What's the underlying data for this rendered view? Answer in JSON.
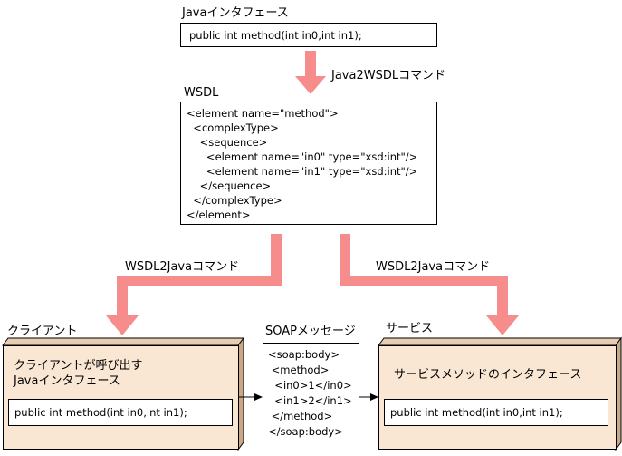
{
  "java_interface": {
    "title": "Javaインタフェース",
    "code": "public int method(int in0,int in1);"
  },
  "java2wsdl_label": "Java2WSDLコマンド",
  "wsdl": {
    "title": "WSDL",
    "lines": [
      "<element name=\"method\">",
      "  <complexType>",
      "    <sequence>",
      "      <element name=\"in0\" type=\"xsd:int\"/>",
      "      <element name=\"in1\" type=\"xsd:int\"/>",
      "    </sequence>",
      "  </complexType>",
      "</element>"
    ]
  },
  "wsdl2java_left_label": "WSDL2Javaコマンド",
  "wsdl2java_right_label": "WSDL2Javaコマンド",
  "client": {
    "title": "クライアント",
    "desc_line1": "クライアントが呼び出す",
    "desc_line2": "Javaインタフェース",
    "code": "public int method(int in0,int in1);"
  },
  "soap": {
    "title": "SOAPメッセージ",
    "lines": [
      "<soap:body>",
      " <method>",
      "  <in0>1</in0>",
      "  <in1>2</in1>",
      " </method>",
      "</soap:body>"
    ]
  },
  "service": {
    "title": "サービス",
    "desc": "サービスメソッドのインタフェース",
    "code": "public int method(int in0,int in1);"
  },
  "colors": {
    "arrow_pink": "#f78c8c",
    "box_fill": "#f9e6d3",
    "box_side": "#c9a888"
  }
}
